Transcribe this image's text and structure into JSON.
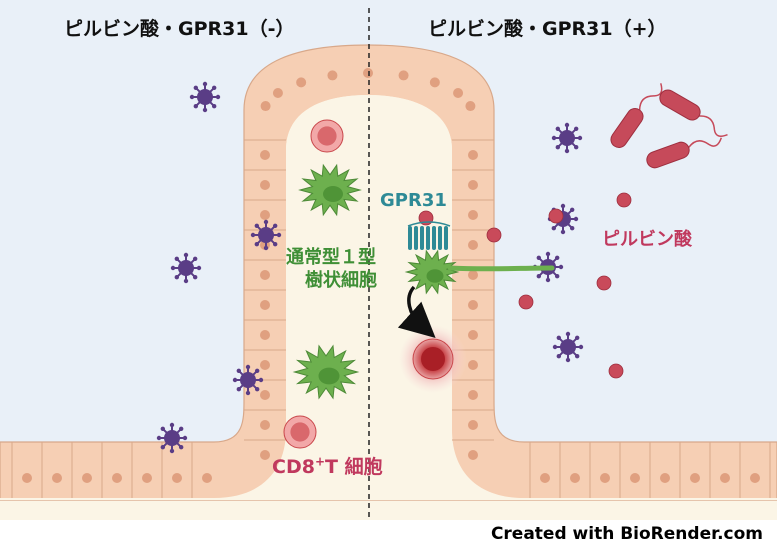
{
  "panels": {
    "left_title": "ピルビン酸・GPR31（-）",
    "right_title": "ピルビン酸・GPR31（+）"
  },
  "labels": {
    "receptor": "GPR31",
    "dendritic_cell_line1": "通常型１型",
    "dendritic_cell_line2": "樹状細胞",
    "pyruvate": "ピルビン酸",
    "cd8_main": "CD8",
    "cd8_sup": "+",
    "cd8_rest": "T 細胞"
  },
  "credit": "Created with BioRender.com",
  "colors": {
    "lumen": "#e9f0f8",
    "lamina": "#fbf5e6",
    "epithelium": "#f6cfb4",
    "nucleus": "#e0a080",
    "virus": "#5a3d86",
    "bacteria": "#c64a5a",
    "pyruvate_dot": "#c94a5a",
    "dendritic": "#6db04e",
    "tcell": "#d2555a",
    "receptor": "#2e8a96",
    "label_green": "#3f8f36",
    "label_red": "#c0395e"
  }
}
